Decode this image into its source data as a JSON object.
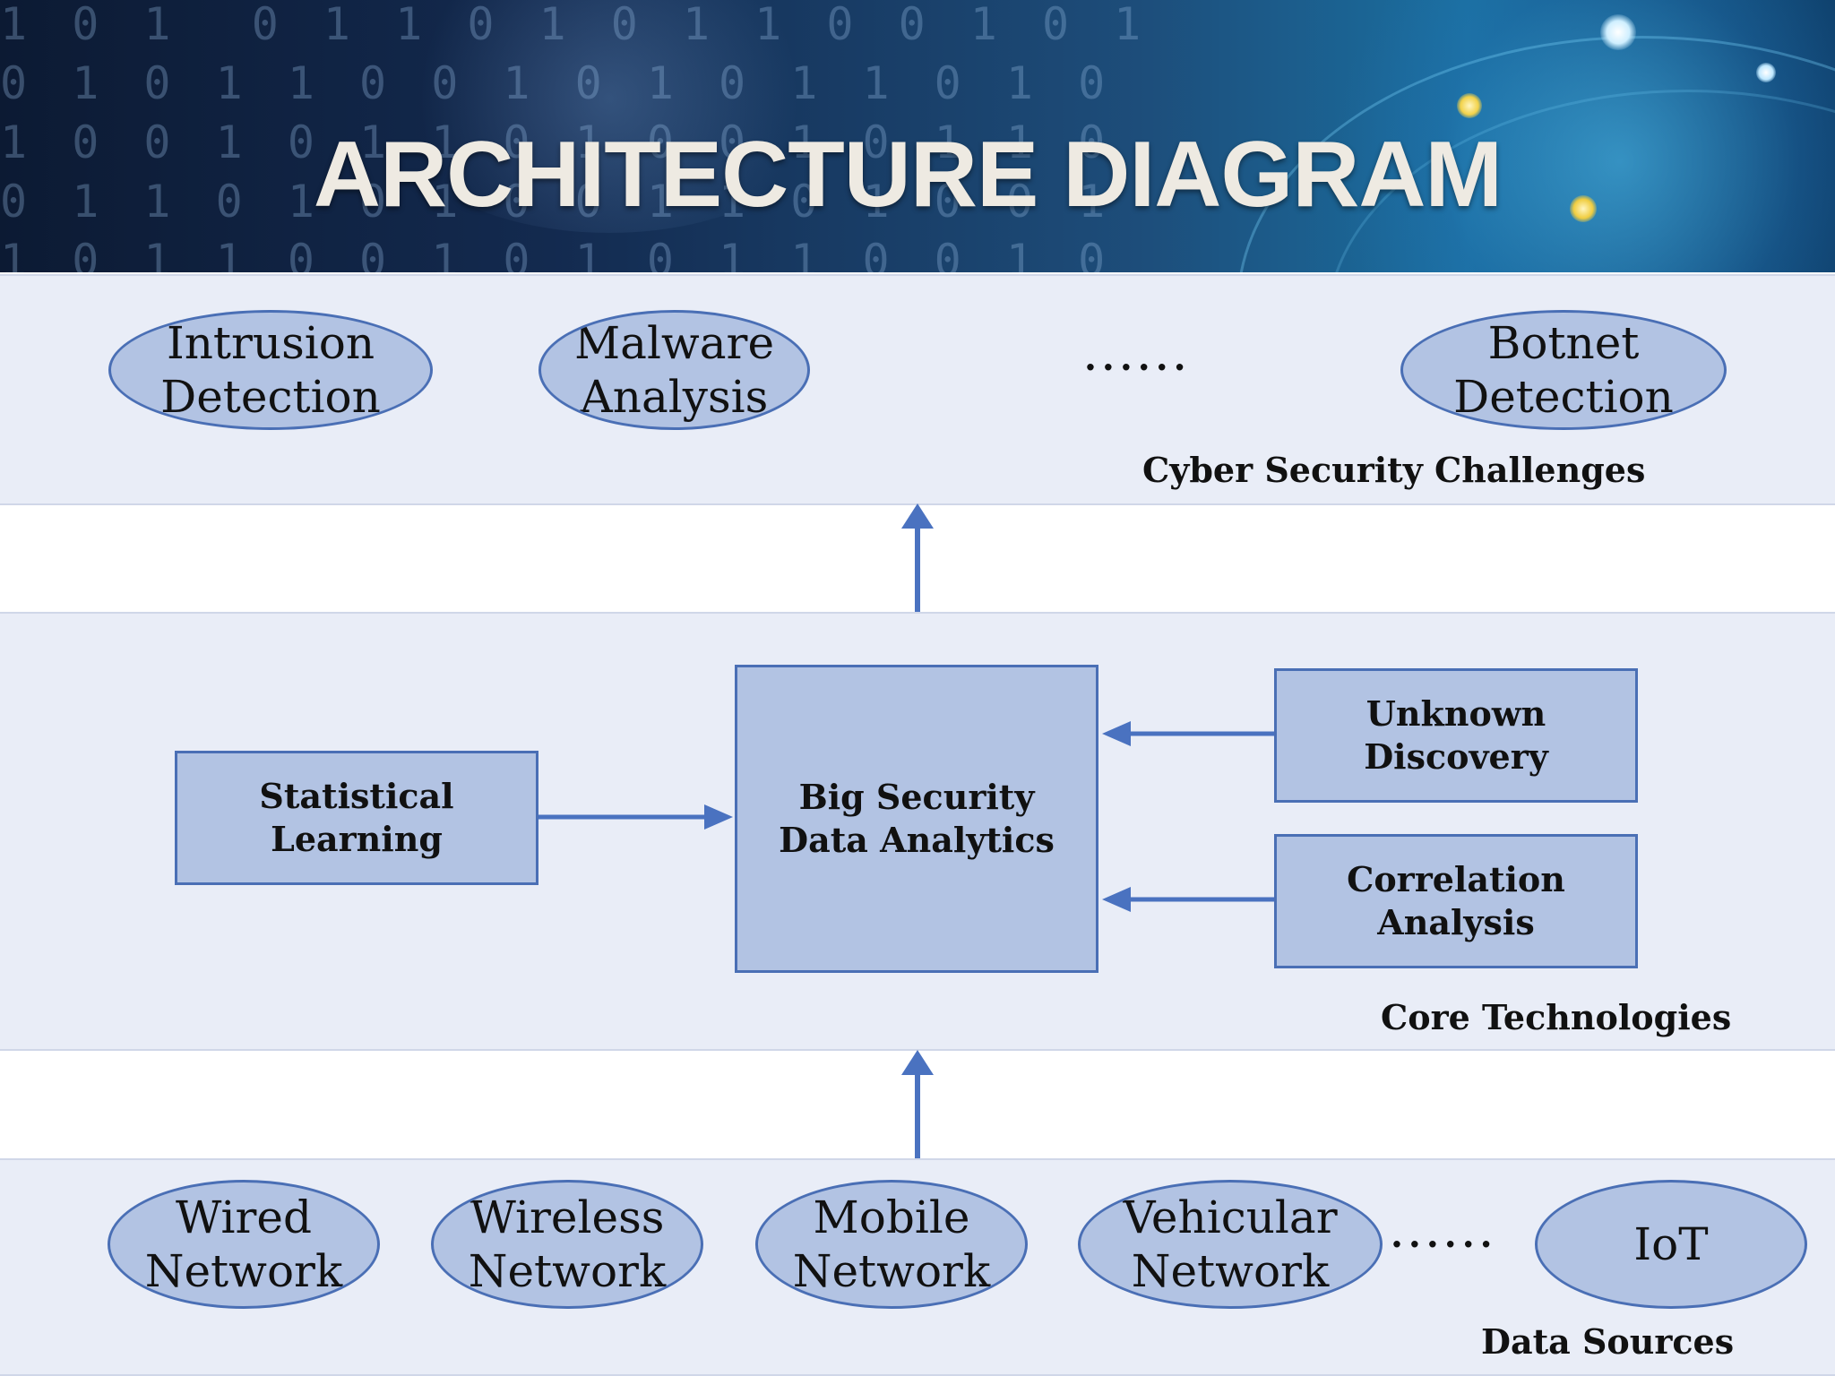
{
  "title": "ARCHITECTURE DIAGRAM",
  "banner_digits": "1 0 1  0 1 1 0 1 0 1 1 0 0 1 0 1\n0 1 0 1 1 0 0 1 0 1 0 1 1 0 1 0\n1 0 0 1 0 1 1 0 1 0 0 1 0 1 1 0\n0 1 1 0 1 0 1 0 0 1 1 0 1 0 0 1\n1 0 1 1 0 0 1 0 1 0 1 1 0 0 1 0",
  "layers": {
    "challenges": {
      "label": "Cyber Security Challenges",
      "items": [
        "Intrusion\nDetection",
        "Malware\nAnalysis",
        "Botnet\nDetection"
      ],
      "ellipsis": "......"
    },
    "core": {
      "label": "Core Technologies",
      "statistical_learning": "Statistical\nLearning",
      "big_security": "Big Security\nData Analytics",
      "unknown_discovery": "Unknown\nDiscovery",
      "correlation_analysis": "Correlation\nAnalysis"
    },
    "sources": {
      "label": "Data Sources",
      "items": [
        "Wired\nNetwork",
        "Wireless\nNetwork",
        "Mobile\nNetwork",
        "Vehicular\nNetwork",
        "IoT"
      ],
      "ellipsis": "......"
    }
  },
  "colors": {
    "layer_bg": "#e9edf7",
    "node_fill": "#b2c3e3",
    "node_border": "#4a6fb5",
    "arrow": "#4a72c0",
    "title": "#eeeae2"
  }
}
